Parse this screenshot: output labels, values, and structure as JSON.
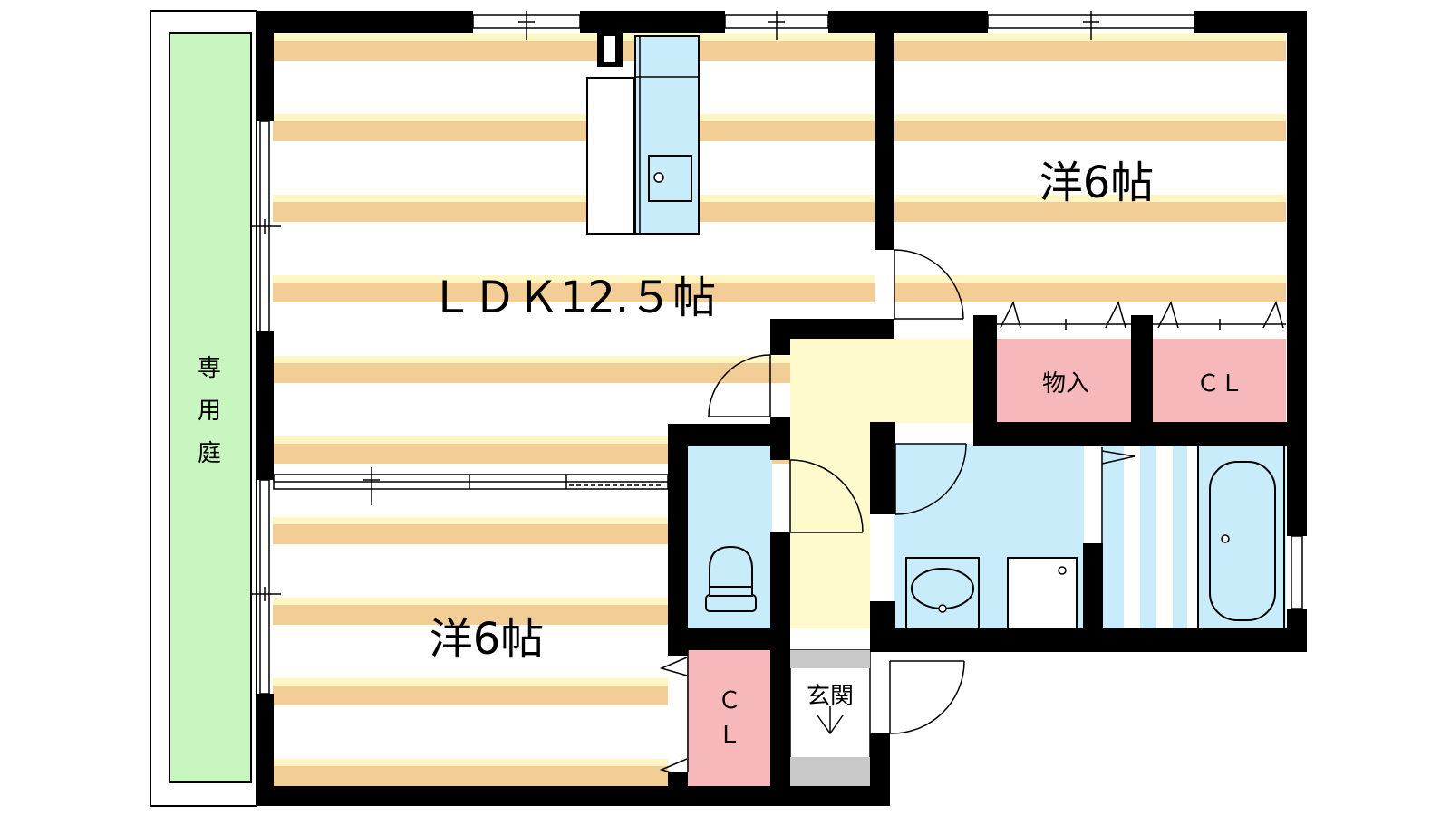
{
  "rooms": {
    "ldk": {
      "label": "ＬＤＫ12.５帖"
    },
    "bedroom_east": {
      "label": "洋6帖"
    },
    "bedroom_west": {
      "label": "洋6帖"
    },
    "storage": {
      "label": "物入"
    },
    "closet_north": {
      "label": "ＣＬ"
    },
    "closet_west": {
      "label_1": "Ｃ",
      "label_2": "Ｌ"
    },
    "entrance": {
      "label": "玄関"
    },
    "private_garden": {
      "label_1": "専",
      "label_2": "用",
      "label_3": "庭"
    }
  },
  "colors": {
    "wall": "#000000",
    "floor_stripe": "#f2cd96",
    "floor_stripe_light": "#fff6c4",
    "wet_area": "#c9ecfa",
    "closet": "#f7b8bb",
    "hallway": "#fffacb",
    "garden": "#c8f5c0",
    "entrance_floor": "#c8c8c8"
  }
}
